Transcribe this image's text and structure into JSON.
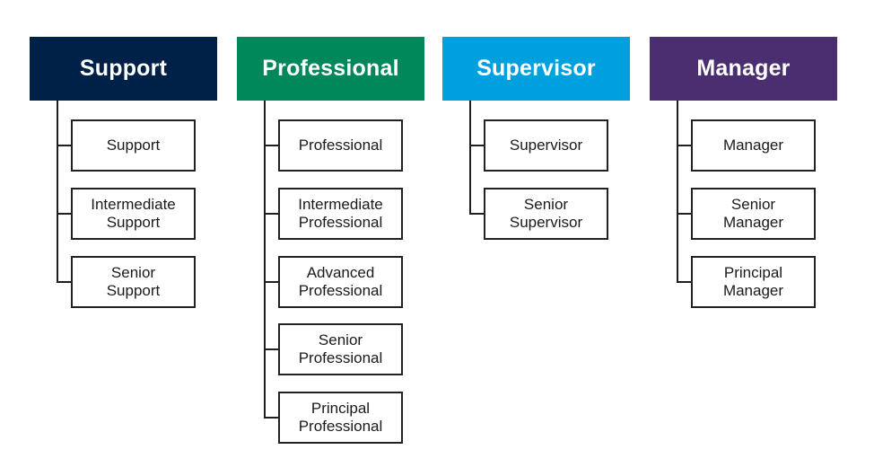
{
  "groups": [
    {
      "title": "Support",
      "color": "#002147",
      "roles": [
        "Support",
        "Intermediate\nSupport",
        "Senior\nSupport"
      ]
    },
    {
      "title": "Professional",
      "color": "#00875A",
      "roles": [
        "Professional",
        "Intermediate\nProfessional",
        "Advanced\nProfessional",
        "Senior\nProfessional",
        "Principal\nProfessional"
      ]
    },
    {
      "title": "Supervisor",
      "color": "#00A0DF",
      "roles": [
        "Supervisor",
        "Senior\nSupervisor"
      ]
    },
    {
      "title": "Manager",
      "color": "#4B2E70",
      "roles": [
        "Manager",
        "Senior\nManager",
        "Principal\nManager"
      ]
    }
  ]
}
